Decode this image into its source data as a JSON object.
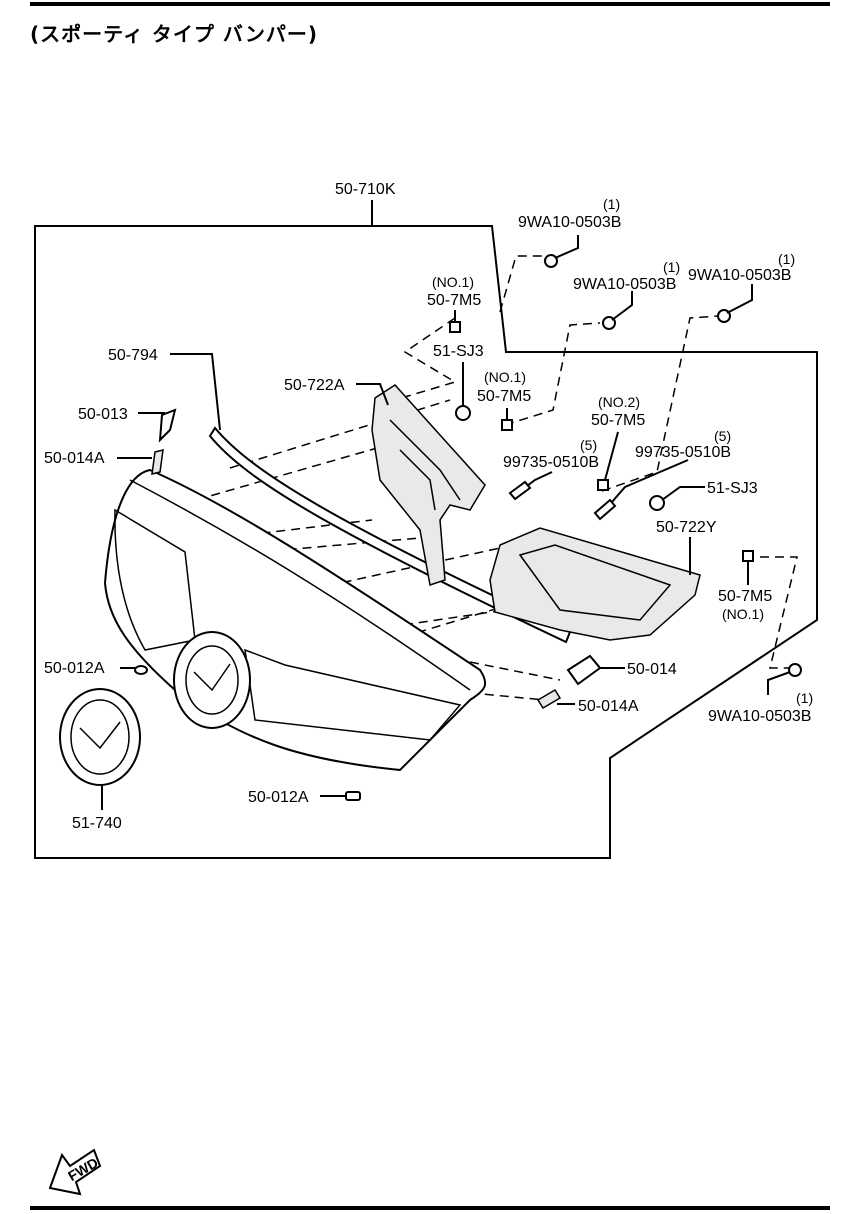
{
  "header": {
    "title": "(スポーティ タイプ バンパー)"
  },
  "labels": {
    "assembly": "50-710K",
    "molding": "50-794",
    "bracket_left": "50-722A",
    "bracket_right": "50-722Y",
    "part_013": "50-013",
    "part_014a_upper": "50-014A",
    "part_014a_lower": "50-014A",
    "part_014": "50-014",
    "clip_left": "50-012A",
    "clip_bottom": "50-012A",
    "emblem": "51-740",
    "sj3_upper": "51-SJ3",
    "sj3_right": "51-SJ3",
    "nut_1": "9WA10-0503B",
    "nut_1_qty": "(1)",
    "nut_2": "9WA10-0503B",
    "nut_2_qty": "(1)",
    "nut_3": "9WA10-0503B",
    "nut_3_qty": "(1)",
    "nut_4": "9WA10-0503B",
    "nut_4_qty": "(1)",
    "screw_1": "99735-0510B",
    "screw_1_qty": "(5)",
    "screw_2": "99735-0510B",
    "screw_2_qty": "(5)",
    "clip_7m5_a": "50-7M5",
    "clip_7m5_a_note": "(NO.1)",
    "clip_7m5_b": "50-7M5",
    "clip_7m5_b_note": "(NO.1)",
    "clip_7m5_c": "50-7M5",
    "clip_7m5_c_note": "(NO.2)",
    "clip_7m5_d": "50-7M5",
    "clip_7m5_d_note": "(NO.1)"
  },
  "footer": {
    "fwd_text": "FWD",
    "fwd_icon": "fwd-arrow-icon"
  }
}
